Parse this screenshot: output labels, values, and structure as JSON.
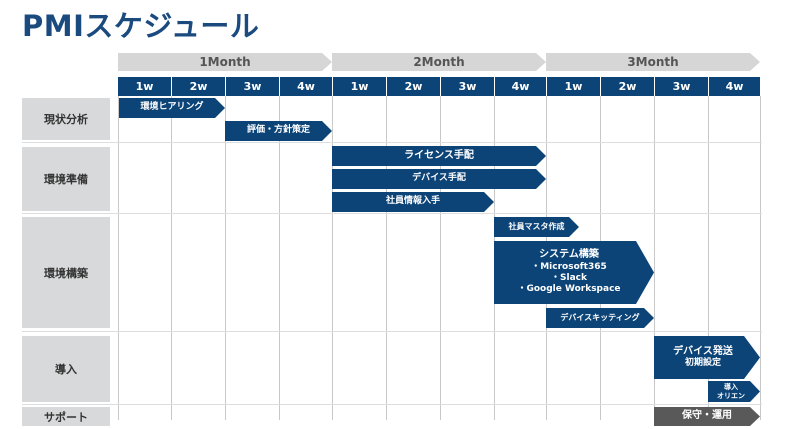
{
  "title": "PMIスケジュール",
  "colors": {
    "accent": "#0c4478",
    "support": "#595959",
    "category_bg": "#d8d9da",
    "month_bg": "#d6d6d6"
  },
  "months": [
    "1Month",
    "2Month",
    "3Month"
  ],
  "weeks": [
    "1w",
    "2w",
    "3w",
    "4w",
    "1w",
    "2w",
    "3w",
    "4w",
    "1w",
    "2w",
    "3w",
    "4w"
  ],
  "categories": [
    "現状分析",
    "環境準備",
    "環境構築",
    "導入",
    "サポート"
  ],
  "tasks": {
    "hearing": "環境ヒアリング",
    "evaluation": "評価・方針策定",
    "license": "ライセンス手配",
    "device_order": "デバイス手配",
    "employee_info": "社員情報入手",
    "employee_master": "社員マスタ作成",
    "system_build": {
      "title": "システム構築",
      "items": [
        "・Microsoft365",
        "・Slack",
        "・Google Workspace"
      ]
    },
    "kitting": "デバイスキッティング",
    "device_ship": {
      "line1": "デバイス発送",
      "line2": "初期設定"
    },
    "orientation": {
      "line1": "導入",
      "line2": "オリエン"
    },
    "maintenance": "保守・運用"
  }
}
